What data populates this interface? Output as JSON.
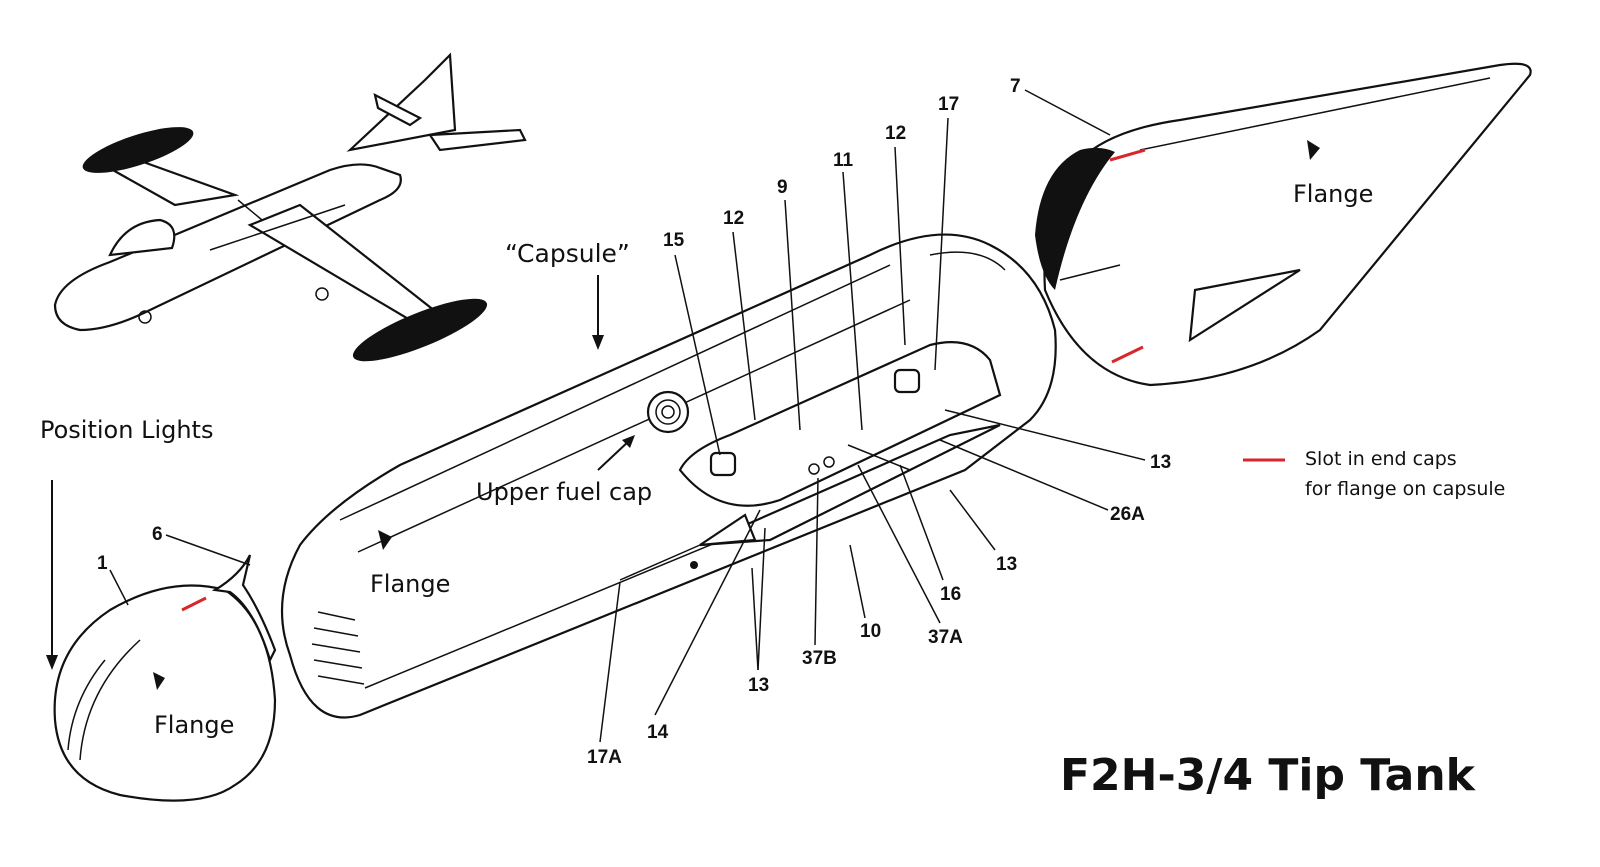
{
  "title": "F2H-3/4 Tip Tank",
  "labels": {
    "position_lights": "Position Lights",
    "capsule": "“Capsule”",
    "upper_fuel_cap": "Upper fuel cap",
    "flange_front": "Flange",
    "flange_capsule": "Flange",
    "flange_rear": "Flange"
  },
  "legend": {
    "slot_line1": "Slot in end caps",
    "slot_line2": "for flange on capsule",
    "slot_color": "#d8262b"
  },
  "callouts": {
    "c1": "1",
    "c6": "6",
    "c7": "7",
    "c9": "9",
    "c10": "10",
    "c11": "11",
    "c12a": "12",
    "c12b": "12",
    "c13a": "13",
    "c13b": "13",
    "c13c": "13",
    "c14": "14",
    "c15": "15",
    "c16": "16",
    "c17": "17",
    "c17a": "17A",
    "c26a": "26A",
    "c37a": "37A",
    "c37b": "37B"
  }
}
